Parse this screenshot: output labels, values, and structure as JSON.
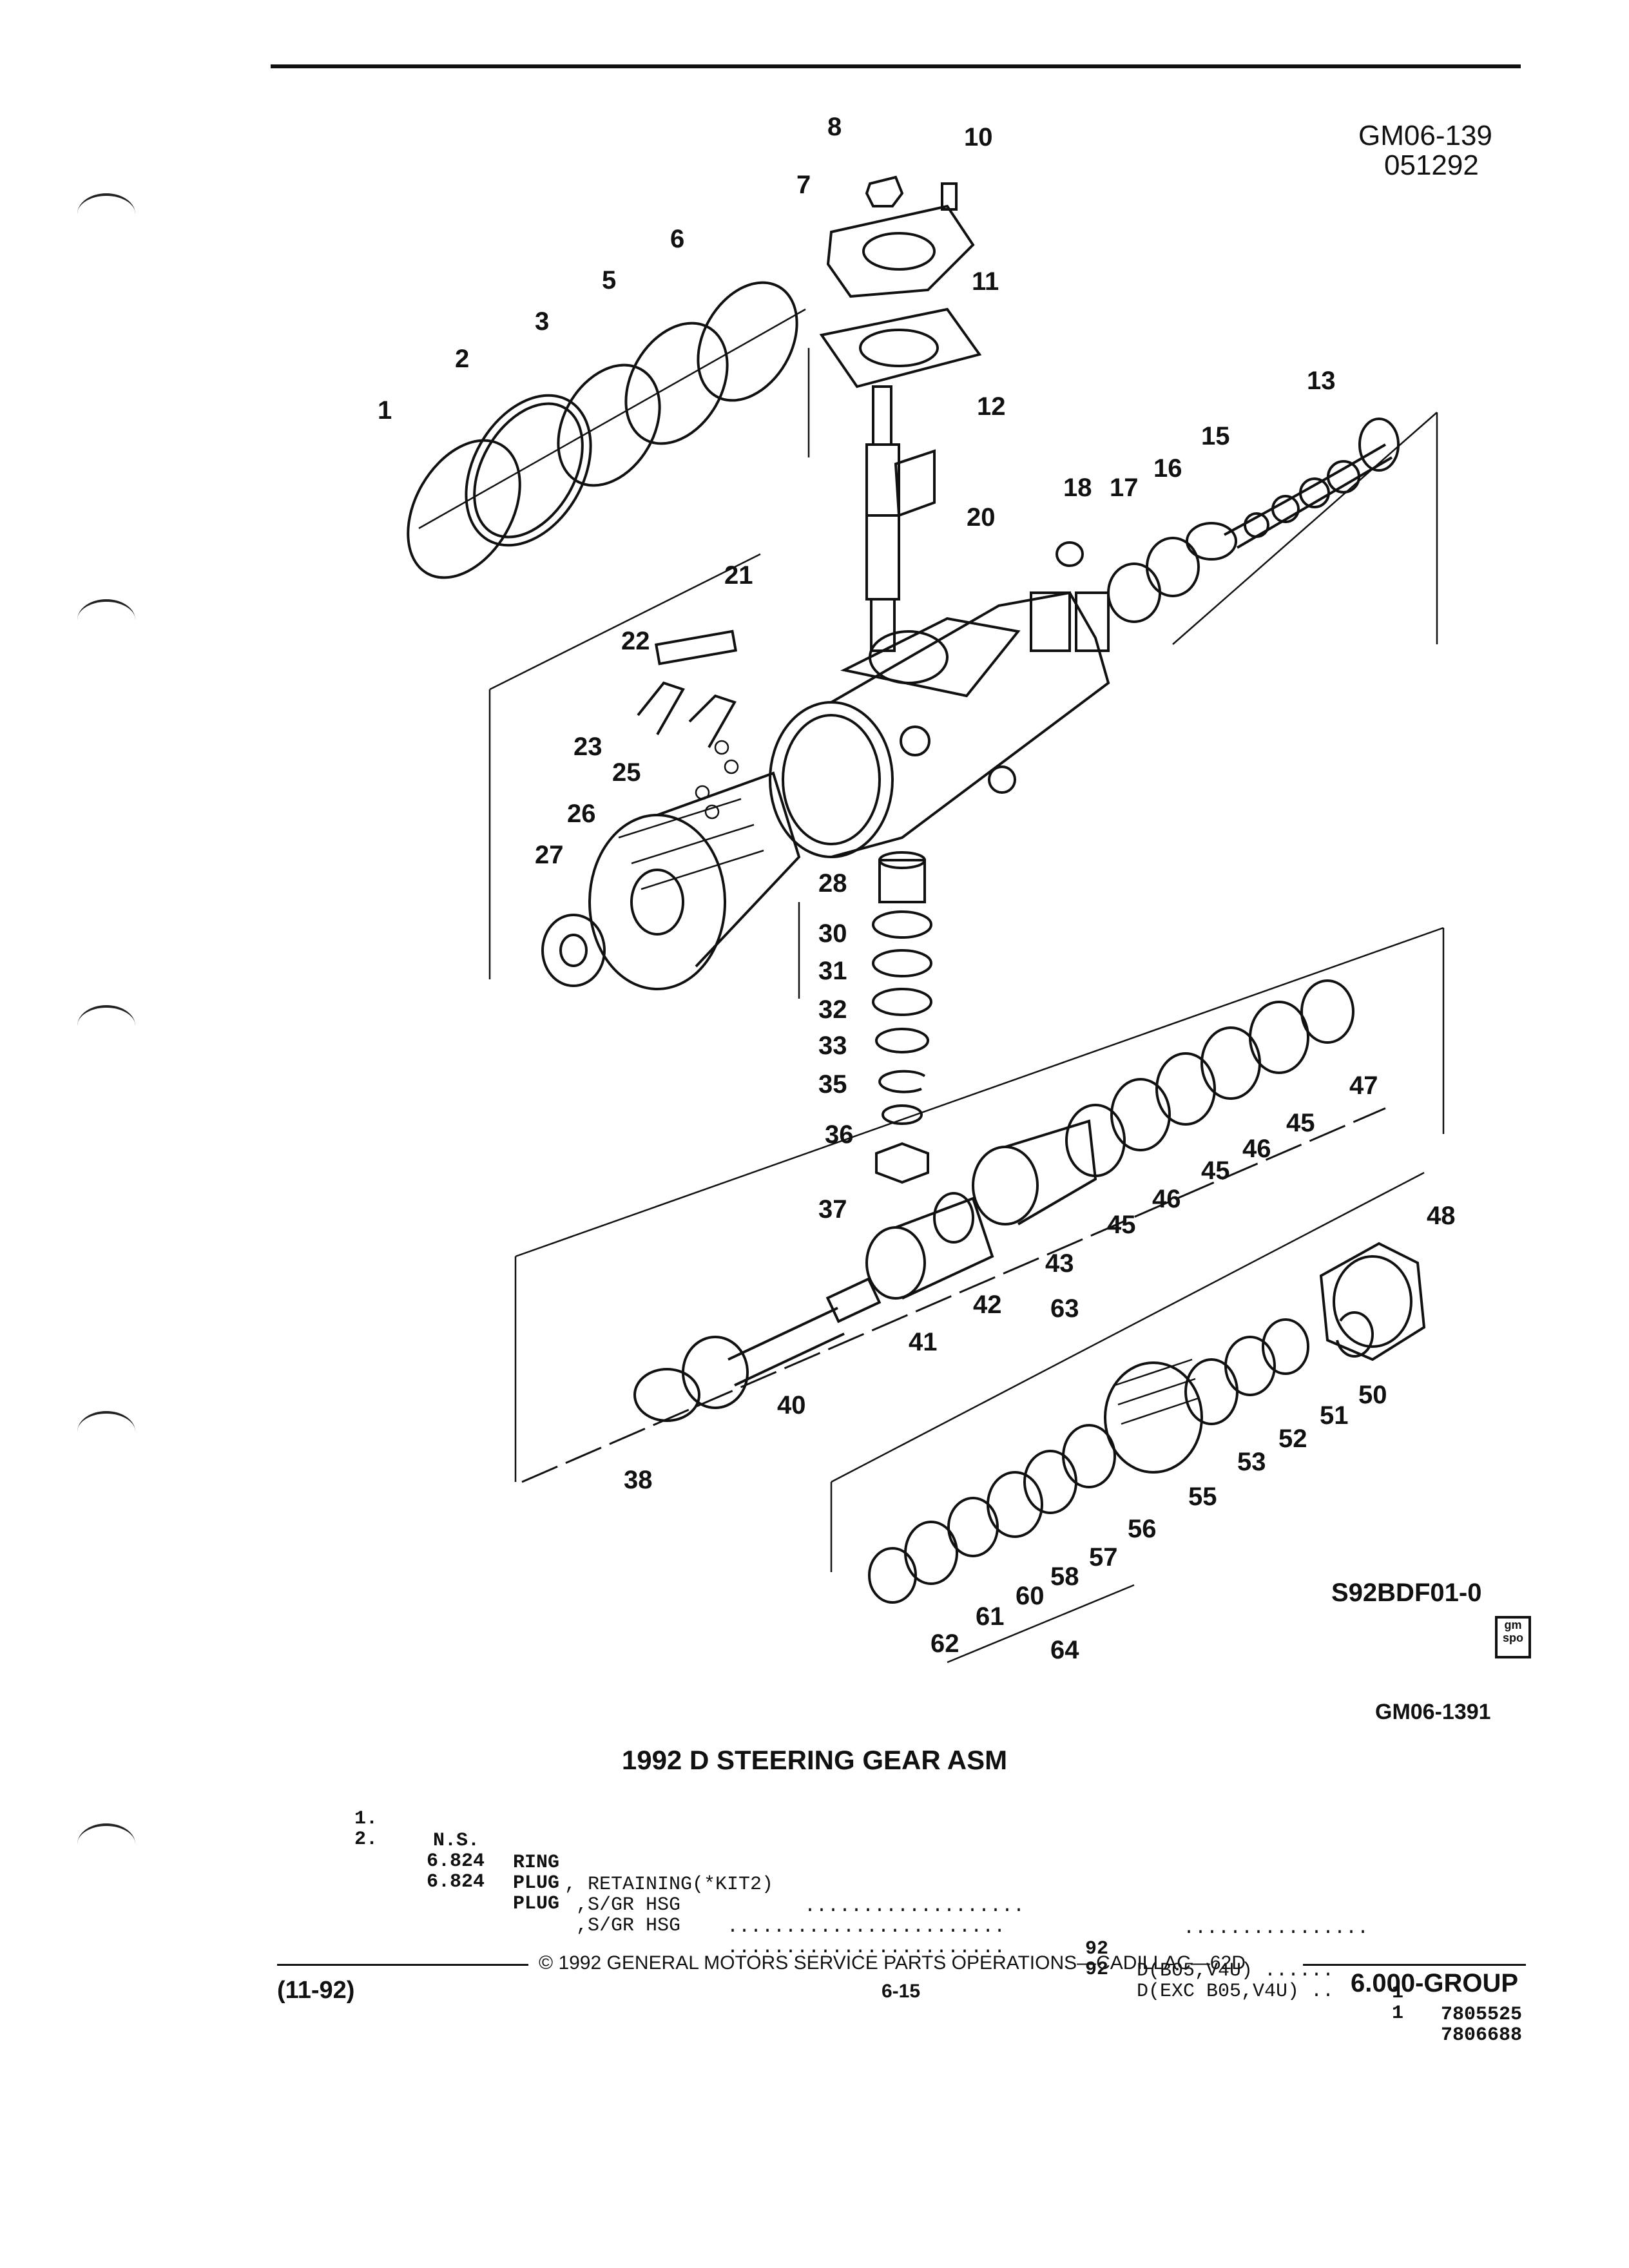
{
  "header": {
    "doc_id": "GM06-139",
    "doc_date": "051292"
  },
  "figure": {
    "callouts": [
      "1",
      "2",
      "3",
      "5",
      "6",
      "7",
      "8",
      "10",
      "11",
      "12",
      "13",
      "15",
      "16",
      "17",
      "18",
      "20",
      "21",
      "22",
      "23",
      "25",
      "26",
      "27",
      "28",
      "30",
      "31",
      "32",
      "33",
      "35",
      "36",
      "37",
      "38",
      "40",
      "41",
      "42",
      "43",
      "45",
      "45",
      "45",
      "46",
      "46",
      "47",
      "48",
      "50",
      "51",
      "52",
      "53",
      "55",
      "56",
      "57",
      "58",
      "60",
      "61",
      "62",
      "63",
      "64"
    ],
    "figure_code": "S92BDF01-0",
    "logo_text": "gm spo",
    "figure_ref": "GM06-1391"
  },
  "parts_list": {
    "title": "1992 D STEERING GEAR ASM",
    "rows": [
      {
        "item": "1.",
        "code": "N.S.",
        "name": "RING",
        "desc": ", RETAINING(*KIT2)",
        "leader": " ...................",
        "year": "",
        "models": "................",
        "qty": "",
        "part_no": ""
      },
      {
        "item": "2.",
        "code": "6.824",
        "name": "PLUG",
        "desc": " ,S/GR HSG",
        "leader": " ........................",
        "year": "92",
        "models": "D(B05,V4U) ......",
        "qty": "1",
        "part_no": "7805525"
      },
      {
        "item": "",
        "code": "6.824",
        "name": "PLUG",
        "desc": " ,S/GR HSG",
        "leader": " ........................",
        "year": "92",
        "models": "D(EXC B05,V4U) ..",
        "qty": "1",
        "part_no": "7806688"
      }
    ]
  },
  "footer": {
    "copyright": "© 1992 GENERAL MOTORS SERVICE PARTS OPERATIONS—CADILLAC—62D",
    "revision": "(11-92)",
    "page": "6-15",
    "group": "6.000-GROUP"
  }
}
